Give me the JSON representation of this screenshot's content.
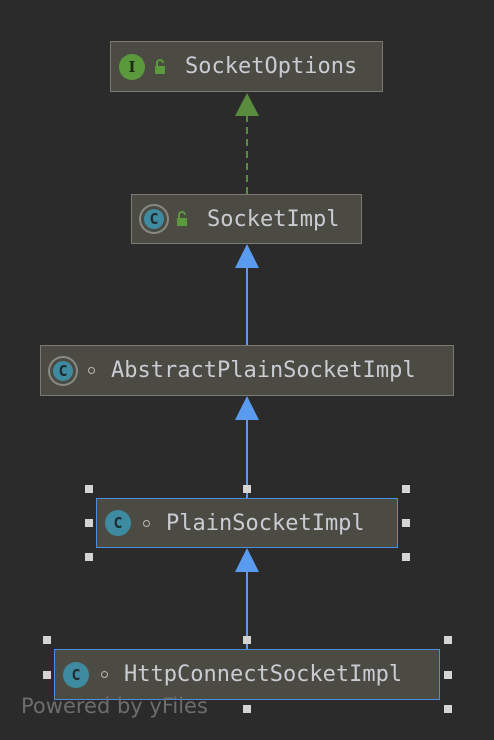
{
  "nodes": {
    "socket_options": {
      "label": "SocketOptions",
      "kind": "interface",
      "kind_letter": "I",
      "visibility": "public"
    },
    "socket_impl": {
      "label": "SocketImpl",
      "kind": "abstract-class",
      "kind_letter": "C",
      "visibility": "public"
    },
    "abstract_plain_socket_impl": {
      "label": "AbstractPlainSocketImpl",
      "kind": "abstract-class",
      "kind_letter": "C",
      "visibility": "package-private"
    },
    "plain_socket_impl": {
      "label": "PlainSocketImpl",
      "kind": "class",
      "kind_letter": "C",
      "visibility": "package-private"
    },
    "http_connect_socket_impl": {
      "label": "HttpConnectSocketImpl",
      "kind": "class",
      "kind_letter": "C",
      "visibility": "package-private"
    }
  },
  "edges": [
    {
      "from": "socket_impl",
      "to": "socket_options",
      "type": "implements"
    },
    {
      "from": "abstract_plain_socket_impl",
      "to": "socket_impl",
      "type": "extends"
    },
    {
      "from": "plain_socket_impl",
      "to": "abstract_plain_socket_impl",
      "type": "extends"
    },
    {
      "from": "http_connect_socket_impl",
      "to": "plain_socket_impl",
      "type": "extends"
    }
  ],
  "colors": {
    "background": "#2b2b2b",
    "node_fill": "#4b4a43",
    "implements_edge": "#5a8c3e",
    "extends_edge": "#5a9bf0",
    "selection": "#4b8ee0"
  },
  "watermark": "Powered by yFiles"
}
